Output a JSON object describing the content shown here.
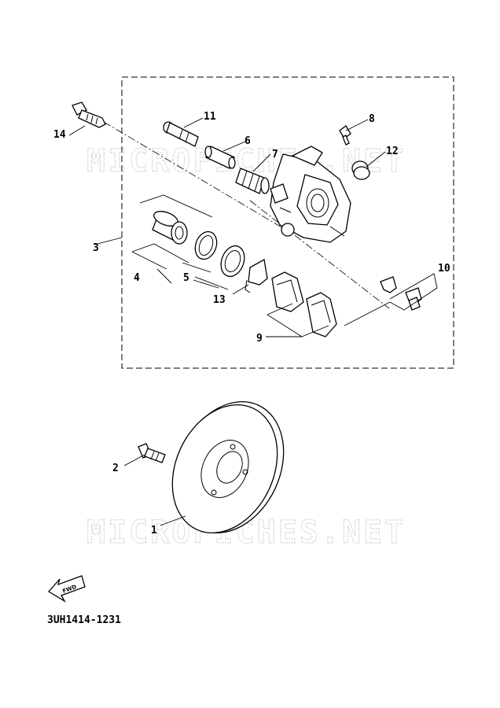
{
  "diagram": {
    "callouts": [
      "1",
      "2",
      "3",
      "4",
      "5",
      "6",
      "7",
      "8",
      "9",
      "10",
      "11",
      "12",
      "13",
      "14"
    ],
    "watermark": "MICROFICHES.NET",
    "fwd_label": "FWD",
    "code": "3UH1414-1231"
  }
}
